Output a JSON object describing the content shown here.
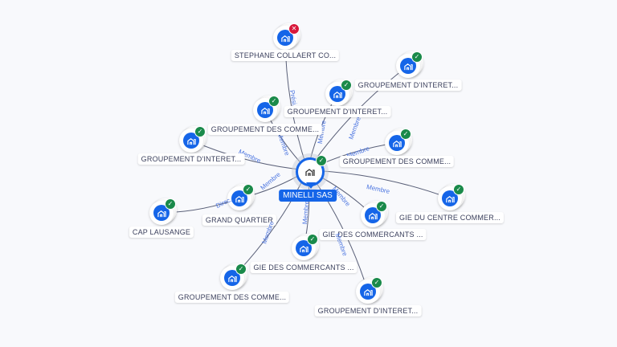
{
  "center": {
    "label": "MINELLI SAS",
    "status": "ok",
    "icon": "building-icon"
  },
  "nodes": [
    {
      "label": "STEPHANE COLLAERT CO...",
      "status": "ko",
      "edge": "Prési..."
    },
    {
      "label": "GROUPEMENT D'INTERET...",
      "status": "ok",
      "edge": "Membre"
    },
    {
      "label": "GROUPEMENT D'INTERET...",
      "status": "ok",
      "edge": "Membre"
    },
    {
      "label": "GROUPEMENT DES COMME...",
      "status": "ok",
      "edge": "Membre"
    },
    {
      "label": "GROUPEMENT D'INTERET...",
      "status": "ok",
      "edge": "Membre"
    },
    {
      "label": "GROUPEMENT DES COMME...",
      "status": "ok",
      "edge": "Membre"
    },
    {
      "label": "GRAND QUARTIER",
      "status": "ok",
      "edge": "Membre"
    },
    {
      "label": "CAP LAUSANGE",
      "status": "ok",
      "edge": "Direc..."
    },
    {
      "label": "GIE DU CENTRE COMMER...",
      "status": "ok",
      "edge": "Membre"
    },
    {
      "label": "GIE DES COMMERCANTS ...",
      "status": "ok",
      "edge": "Membre"
    },
    {
      "label": "GIE DES COMMERCANTS ...",
      "status": "ok",
      "edge": "Membre"
    },
    {
      "label": "GROUPEMENT DES COMME...",
      "status": "ok",
      "edge": "Membre"
    },
    {
      "label": "GROUPEMENT D'INTERET...",
      "status": "ok",
      "edge": "Membre"
    }
  ],
  "colors": {
    "accent": "#1565e8",
    "ok": "#1a8a4a",
    "ko": "#d8183b",
    "edge": "#5a6078"
  }
}
